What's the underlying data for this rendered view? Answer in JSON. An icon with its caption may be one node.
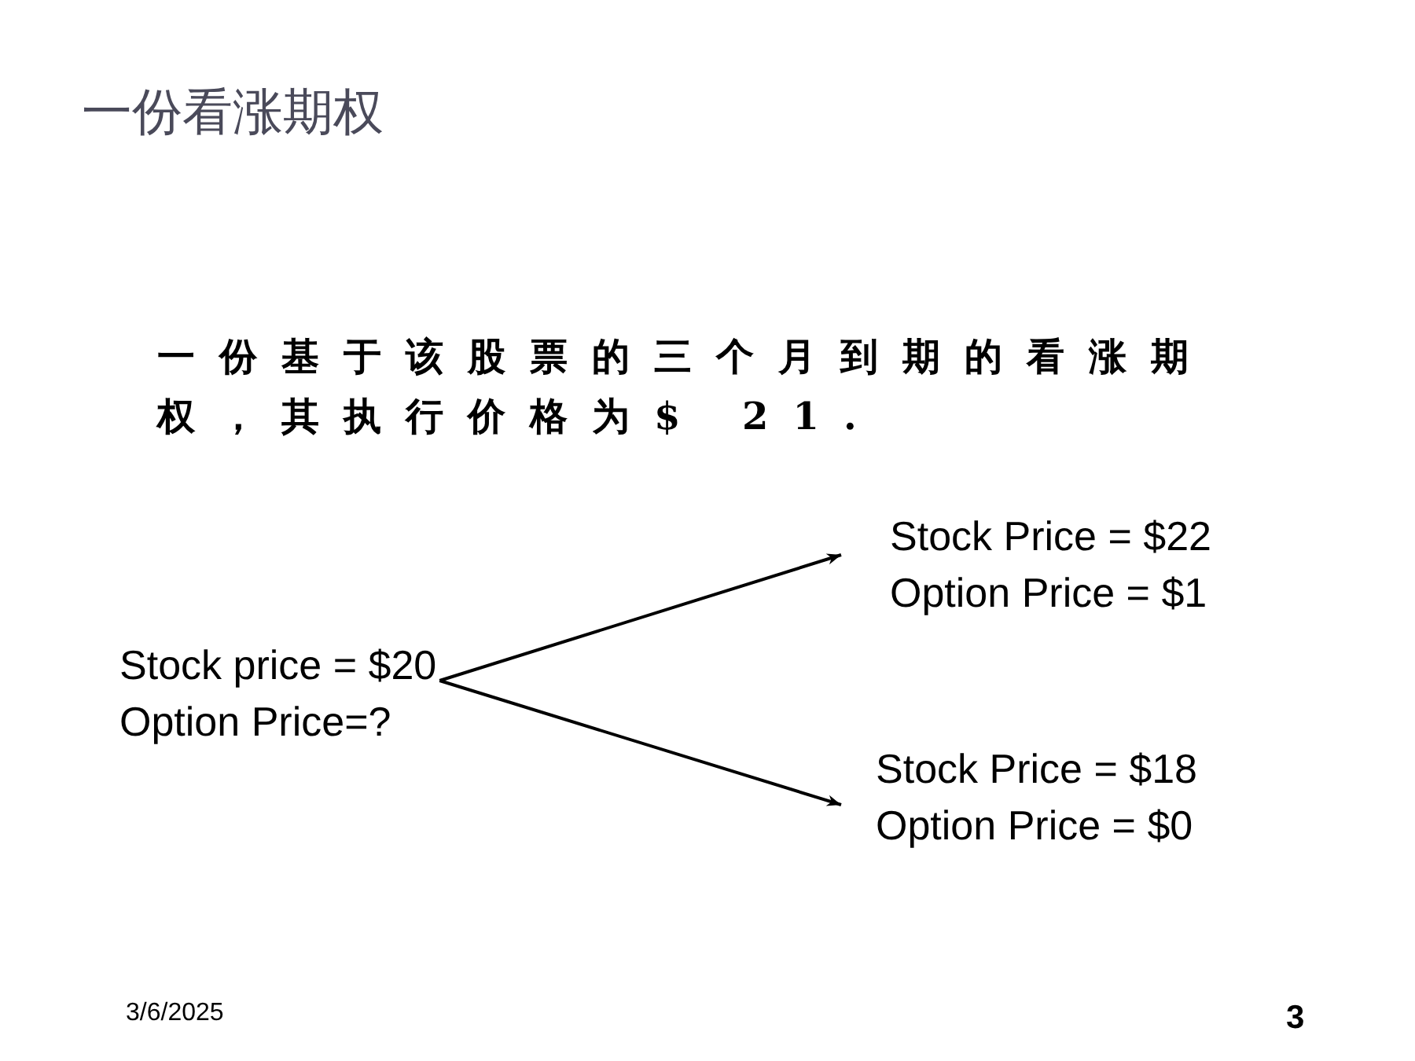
{
  "diagram": {
    "title": "一份看涨期权",
    "nodes": [
      {
        "text": [
          "Stock price = $20",
          "Option Price=?"
        ]
      },
      {
        "text": [
          "Stock Price = $22",
          "Option Price = $1"
        ]
      },
      {
        "text": [
          "Stock Price = $18",
          "Option Price = $0"
        ]
      }
    ],
    "edges": [
      {
        "from": 0,
        "to": 1,
        "arrow": "to"
      },
      {
        "from": 0,
        "to": 2,
        "arrow": "to"
      }
    ],
    "labels": [
      "一份基于该股票的三个月到期的看涨期权，其执行价格为$ 21.",
      "3/6/2025",
      "3"
    ]
  }
}
